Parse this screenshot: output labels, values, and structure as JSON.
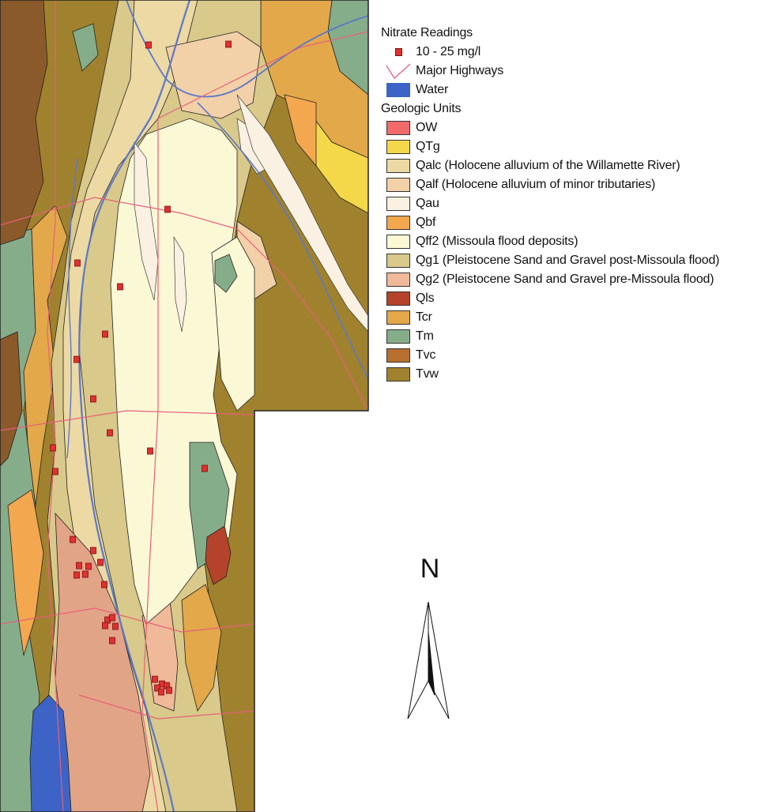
{
  "legend": {
    "heading_nitrate": "Nitrate Readings",
    "nitrate_label": "10 - 25 mg/l",
    "highway_label": "Major Highways",
    "water_label": "Water",
    "heading_geology": "Geologic Units",
    "units": [
      {
        "code": "OW",
        "label": "OW",
        "color": "#f26b6b"
      },
      {
        "code": "QTg",
        "label": "QTg",
        "color": "#f5d84a"
      },
      {
        "code": "Qalc",
        "label": "Qalc (Holocene alluvium of the Willamette River)",
        "color": "#ecd9a3"
      },
      {
        "code": "Qalf",
        "label": "Qalf (Holocene alluvium of minor tributaries)",
        "color": "#f2d0a8"
      },
      {
        "code": "Qau",
        "label": "Qau",
        "color": "#fbf1e2"
      },
      {
        "code": "Qbf",
        "label": "Qbf",
        "color": "#f3a74f"
      },
      {
        "code": "Qff2",
        "label": "Qff2 (Missoula flood deposits)",
        "color": "#fbf8d6"
      },
      {
        "code": "Qg1",
        "label": "Qg1 (Pleistocene Sand and Gravel post-Missoula flood)",
        "color": "#d9c98a"
      },
      {
        "code": "Qg2",
        "label": "Qg2 (Pleistocene Sand and Gravel pre-Missoula flood)",
        "color": "#f0b99a"
      },
      {
        "code": "Qls",
        "label": "Qls",
        "color": "#b5432c"
      },
      {
        "code": "Tcr",
        "label": "Tcr",
        "color": "#e3a84a"
      },
      {
        "code": "Tm",
        "label": "Tm",
        "color": "#86ad8a"
      },
      {
        "code": "Tvc",
        "label": "Tvc",
        "color": "#b8702f"
      },
      {
        "code": "Tvw",
        "label": "Tvw",
        "color": "#a0822e"
      }
    ]
  },
  "north_arrow": {
    "letter": "N"
  },
  "colors": {
    "water": "#3d63c6",
    "river": "#5b78c9",
    "highway": "#e8607a",
    "nitrate": "#e03131",
    "outline": "#222222"
  }
}
